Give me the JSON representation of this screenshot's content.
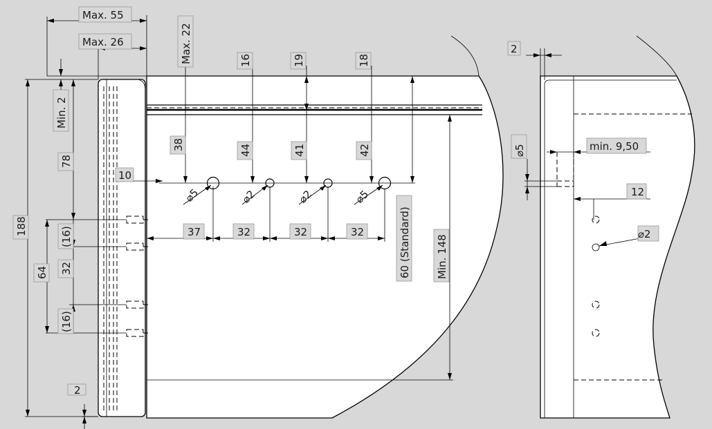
{
  "dimensions": {
    "max_55": "Max. 55",
    "max_26": "Max. 26",
    "max_22": "Max. 22",
    "min_2": "Min. 2",
    "d_188": "188",
    "d_78": "78",
    "d_64": "64",
    "d_16_a": "(16)",
    "d_32_v": "32",
    "d_16_b": "(16)",
    "d_2_bottom": "2",
    "d_10": "10",
    "d_38": "38",
    "d_44": "44",
    "d_41": "41",
    "d_42": "42",
    "d_16_top": "16",
    "d_19_top": "19",
    "d_18_top": "18",
    "dia_5_a": "⌀5",
    "dia_2_a": "⌀2",
    "dia_2_b": "⌀2",
    "dia_5_b": "⌀5",
    "d_37": "37",
    "d_32_h1": "32",
    "d_32_h2": "32",
    "d_32_h3": "32",
    "d_60_standard": "60 (Standard)",
    "min_148": "Min. 148",
    "side_2": "2",
    "side_dia_5": "⌀5",
    "side_min_9_50": "min. 9,50",
    "side_12": "12",
    "side_dia_2": "⌀2"
  }
}
